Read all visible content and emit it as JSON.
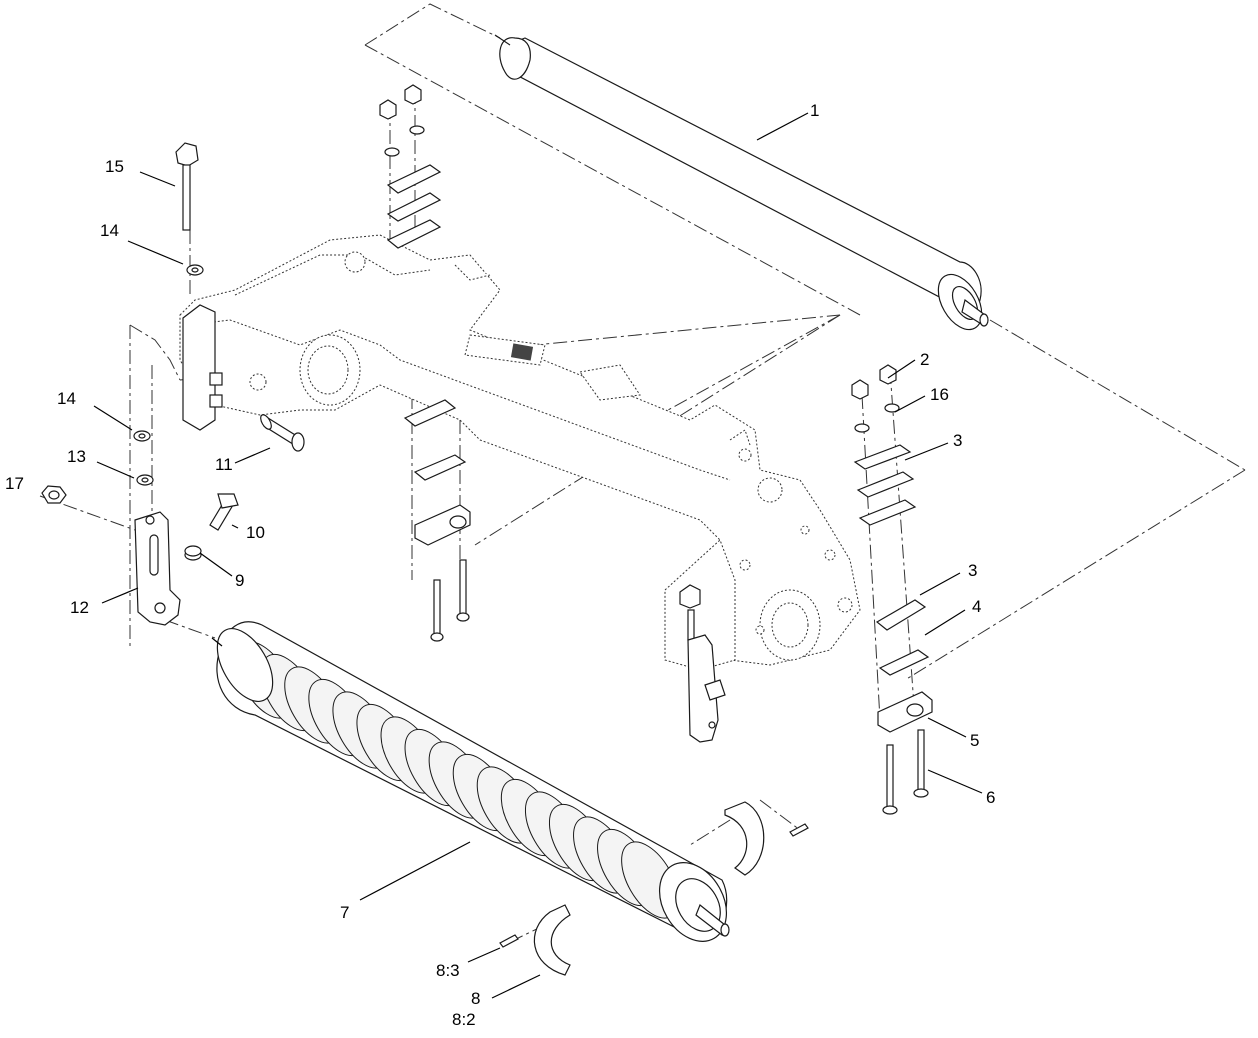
{
  "diagram": {
    "callouts": [
      {
        "id": "c1",
        "text": "1"
      },
      {
        "id": "c2",
        "text": "2"
      },
      {
        "id": "c3a",
        "text": "3"
      },
      {
        "id": "c3b",
        "text": "3"
      },
      {
        "id": "c4",
        "text": "4"
      },
      {
        "id": "c5",
        "text": "5"
      },
      {
        "id": "c6",
        "text": "6"
      },
      {
        "id": "c7",
        "text": "7"
      },
      {
        "id": "c8",
        "text": "8"
      },
      {
        "id": "c82",
        "text": "8:2"
      },
      {
        "id": "c83",
        "text": "8:3"
      },
      {
        "id": "c9",
        "text": "9"
      },
      {
        "id": "c10",
        "text": "10"
      },
      {
        "id": "c11",
        "text": "11"
      },
      {
        "id": "c12",
        "text": "12"
      },
      {
        "id": "c13",
        "text": "13"
      },
      {
        "id": "c14a",
        "text": "14"
      },
      {
        "id": "c14b",
        "text": "14"
      },
      {
        "id": "c15",
        "text": "15"
      },
      {
        "id": "c16",
        "text": "16"
      },
      {
        "id": "c17",
        "text": "17"
      }
    ]
  }
}
